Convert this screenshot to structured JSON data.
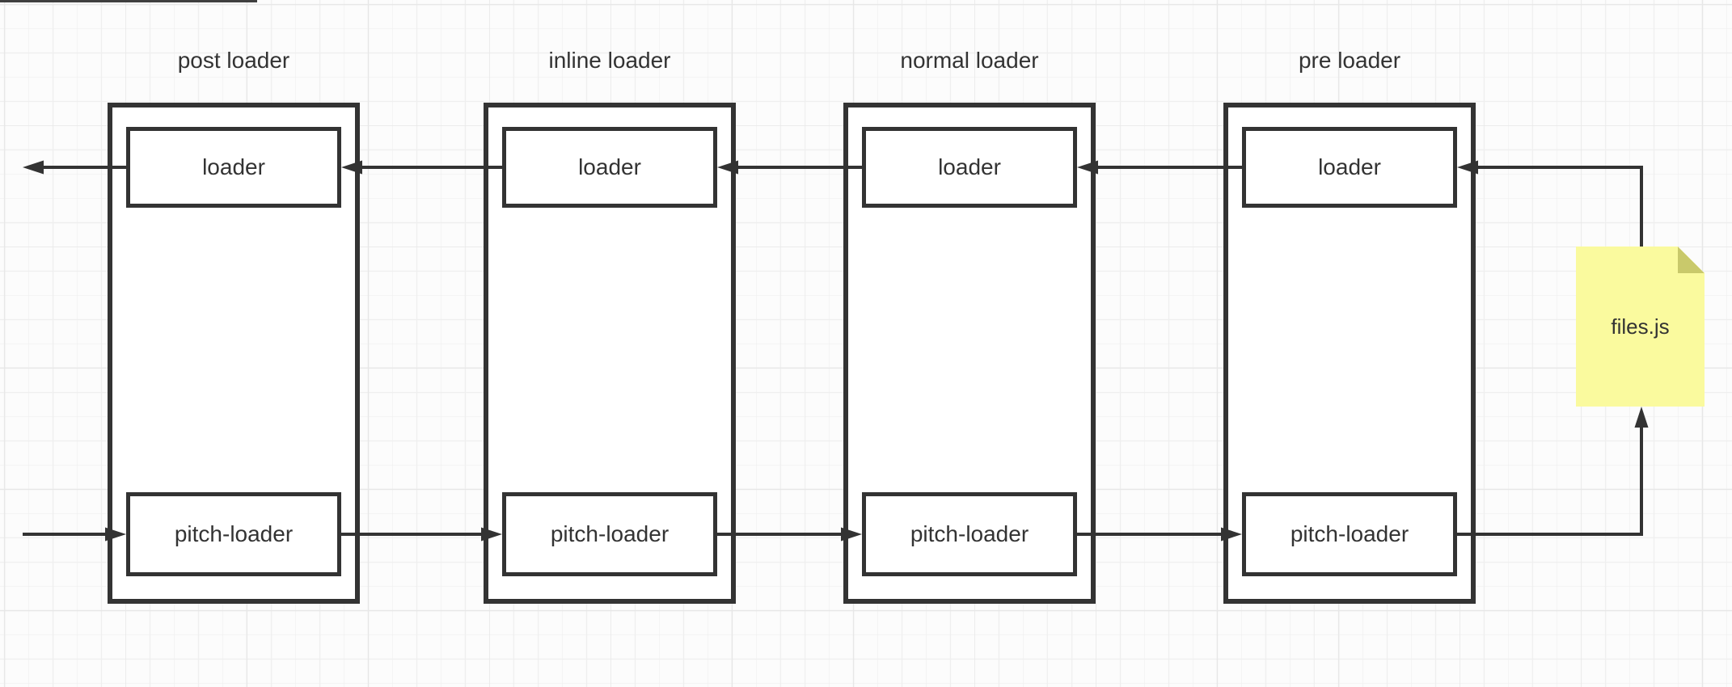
{
  "canvas": {
    "background": "#fcfcfc",
    "grid_minor_color": "#efefef",
    "grid_major_color": "#e7e7e7",
    "line_color": "#333333",
    "text_color": "#333333"
  },
  "diagram": {
    "groups": [
      {
        "id": "post",
        "title": "post loader",
        "loader_label": "loader",
        "pitch_label": "pitch-loader"
      },
      {
        "id": "inline",
        "title": "inline loader",
        "loader_label": "loader",
        "pitch_label": "pitch-loader"
      },
      {
        "id": "normal",
        "title": "normal loader",
        "loader_label": "loader",
        "pitch_label": "pitch-loader"
      },
      {
        "id": "pre",
        "title": "pre loader",
        "loader_label": "loader",
        "pitch_label": "pitch-loader"
      }
    ],
    "note": {
      "label": "files.js",
      "fill": "#fafa9e",
      "fold": "#c9c96b"
    }
  }
}
